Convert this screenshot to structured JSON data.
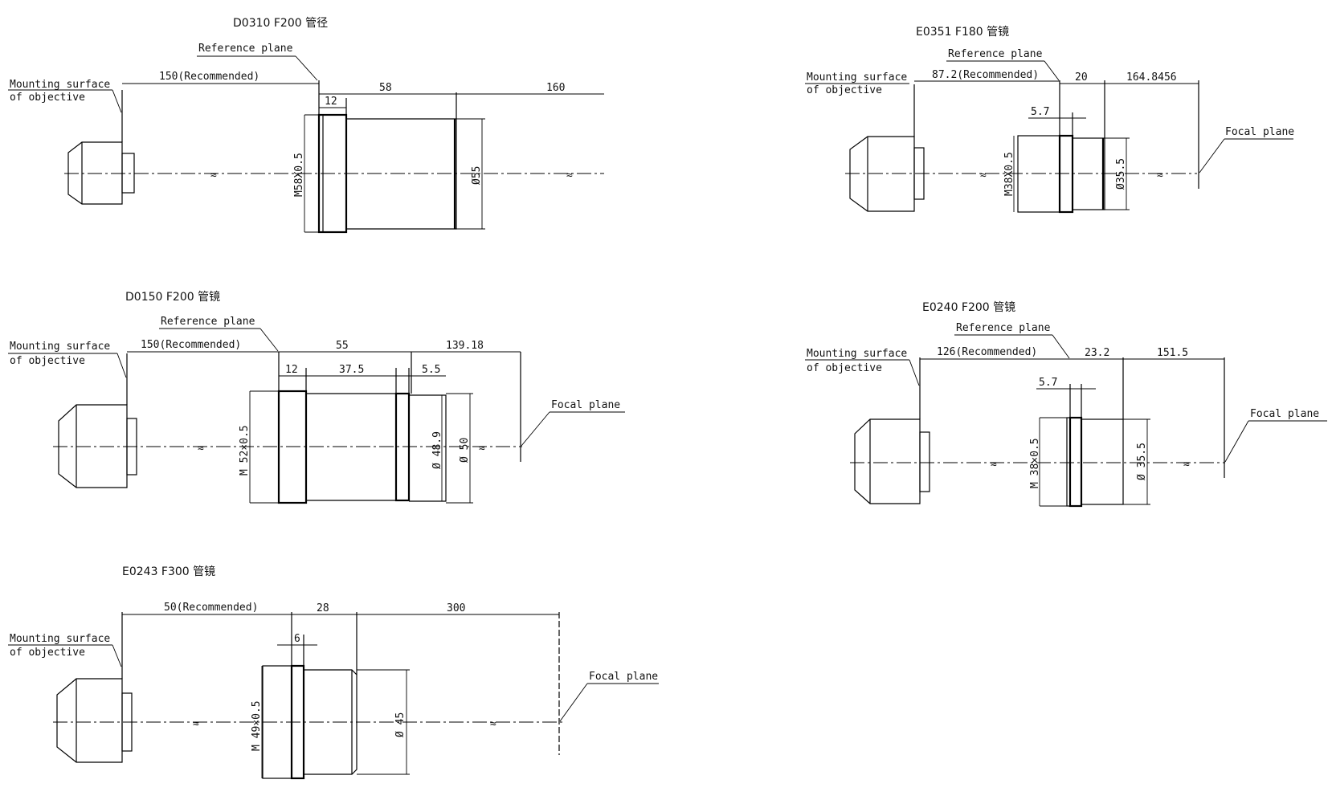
{
  "diagrams": [
    {
      "title": "D0310 F200 管径",
      "reference_label": "Reference plane",
      "mount_label_1": "Mounting surface",
      "mount_label_2": "of objective",
      "dim_distance": "150(Recommended)",
      "dim_length": "58",
      "dim_flange": "12",
      "dim_focal": "160",
      "thread": "M58X0.5",
      "diameter": "Ø55"
    },
    {
      "title": "E0351  F180 管镜",
      "reference_label": "Reference plane",
      "mount_label_1": "Mounting surface",
      "mount_label_2": "of objective",
      "dim_distance": "87.2(Recommended)",
      "dim_length": "20",
      "dim_flange": "5.7",
      "dim_focal": "164.8456",
      "thread": "M38X0.5",
      "diameter": "Ø35.5",
      "focal_label": "Focal plane"
    },
    {
      "title": "D0150  F200 管镜",
      "reference_label": "Reference plane",
      "mount_label_1": "Mounting surface",
      "mount_label_2": "of objective",
      "dim_distance": "150(Recommended)",
      "dim_length": "55",
      "dim_flange": "12",
      "dim_body": "37.5",
      "dim_end": "5.5",
      "dim_focal": "139.18",
      "thread": "M 52×0.5",
      "diameter_inner": "Ø 48.9",
      "diameter": "Ø 50",
      "focal_label": "Focal plane"
    },
    {
      "title": "E0240  F200 管镜",
      "reference_label": "Reference plane",
      "mount_label_1": "Mounting surface",
      "mount_label_2": "of objective",
      "dim_distance": "126(Recommended)",
      "dim_length": "23.2",
      "dim_flange": "5.7",
      "dim_focal": "151.5",
      "thread": "M 38×0.5",
      "diameter": "Ø 35.5",
      "focal_label": "Focal plane"
    },
    {
      "title": "E0243  F300 管镜",
      "mount_label_1": "Mounting surface",
      "mount_label_2": "of objective",
      "dim_distance": "50(Recommended)",
      "dim_length": "28",
      "dim_flange": "6",
      "dim_focal": "300",
      "thread": "M 49×0.5",
      "diameter": "Ø 45",
      "focal_label": "Focal plane"
    }
  ]
}
